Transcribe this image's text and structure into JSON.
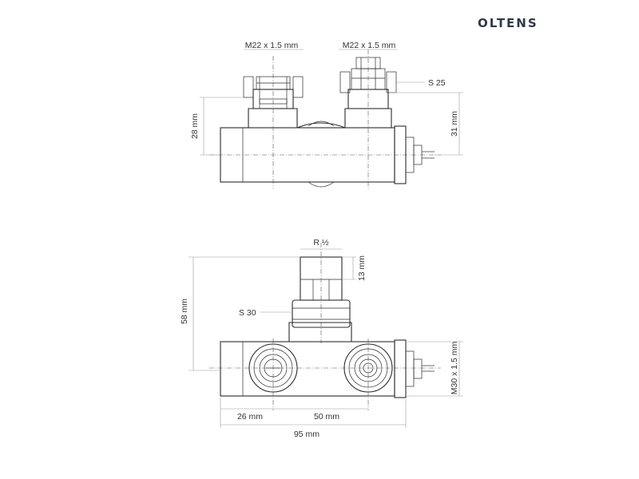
{
  "brand": {
    "name": "OLTENS"
  },
  "top_view": {
    "thread_left": "M22 x 1.5 mm",
    "thread_right": "M22 x 1.5 mm",
    "wrench_size": "S 25",
    "height_left": "28 mm",
    "height_right": "31 mm"
  },
  "bottom_view": {
    "inlet_thread": "R ½",
    "inlet_height": "13 mm",
    "total_height": "58 mm",
    "wrench_size": "S 30",
    "outlet_thread": "M30 x 1.5 mm",
    "dist_left": "26 mm",
    "dist_center": "50 mm",
    "total_width": "95 mm"
  }
}
